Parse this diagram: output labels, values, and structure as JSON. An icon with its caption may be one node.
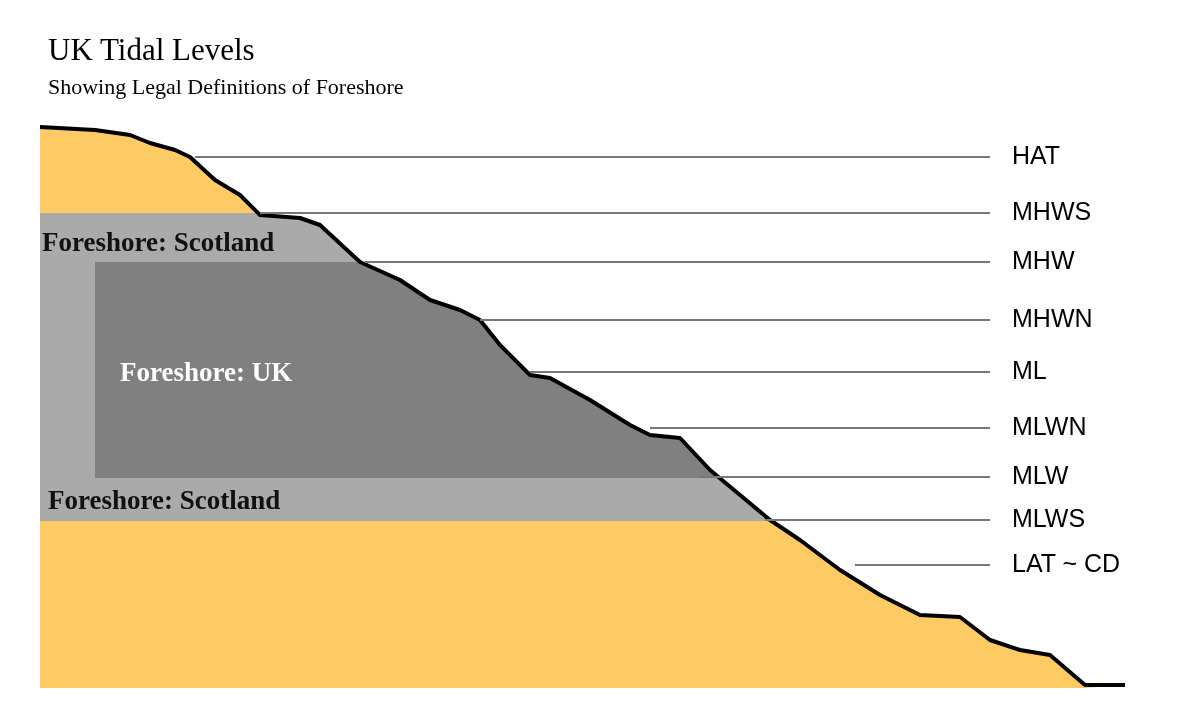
{
  "diagram": {
    "title": "UK Tidal Levels",
    "nodes": [
      {
        "text": [
          "Foreshore: Scotland",
          "Foreshore: Scotland"
        ]
      },
      {
        "text": [
          "Foreshore: UK"
        ],
        "in": 0
      }
    ],
    "labels": [
      "Showing Legal Definitions of Foreshore",
      "HAT",
      "MHWS",
      "MHW",
      "MHWN",
      "ML",
      "MLWN",
      "MLW",
      "MLWS",
      "LAT ~ CD"
    ]
  }
}
